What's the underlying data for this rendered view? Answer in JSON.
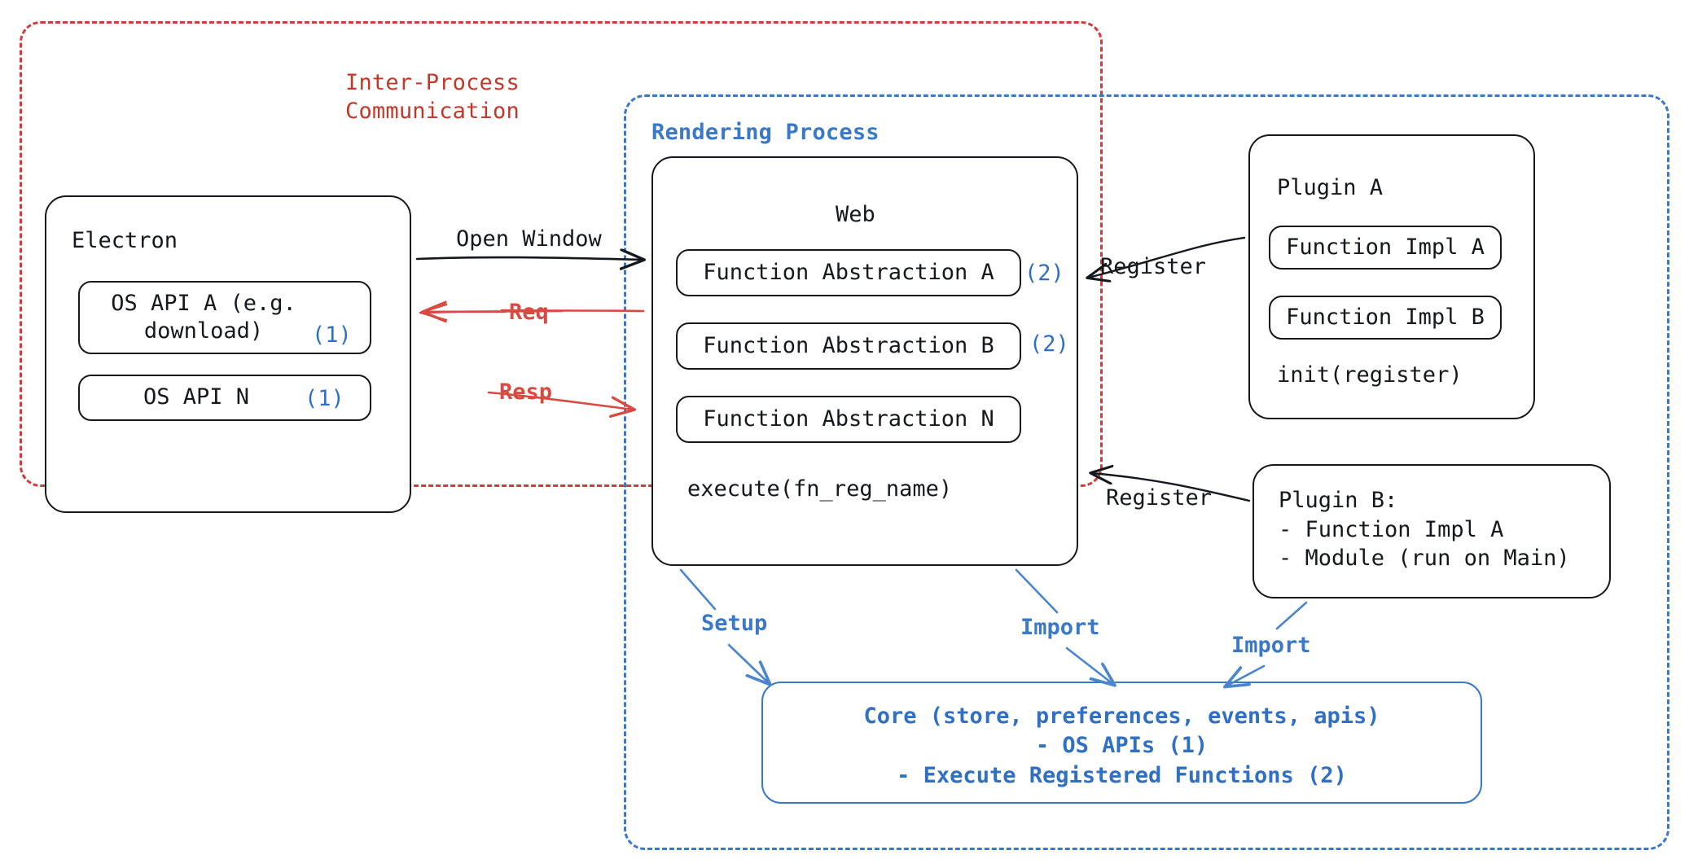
{
  "diagram": {
    "title": "Electron plugin architecture",
    "colors": {
      "ipc_red": "#c0392b",
      "arrow_red": "#d94b42",
      "process_blue": "#3a78c8",
      "marker_blue": "#2f6fc4",
      "ink_black": "#15181c"
    }
  },
  "regions": {
    "ipc": {
      "label": "Inter-Process\nCommunication"
    },
    "rendering": {
      "label": "Rendering Process"
    }
  },
  "electron": {
    "title": "Electron",
    "apis": [
      {
        "label": "OS API A (e.g.\ndownload)",
        "marker": "(1)"
      },
      {
        "label": "OS API N",
        "marker": "(1)"
      }
    ]
  },
  "web": {
    "title": "Web",
    "abstractions": [
      {
        "label": "Function Abstraction A",
        "marker": "(2)"
      },
      {
        "label": "Function Abstraction B",
        "marker": "(2)"
      },
      {
        "label": "Function Abstraction N",
        "marker": ""
      }
    ],
    "execute": "execute(fn_reg_name)"
  },
  "plugin_a": {
    "title": "Plugin A",
    "functions": [
      {
        "label": "Function Impl A"
      },
      {
        "label": "Function Impl B"
      }
    ],
    "init": "init(register)"
  },
  "plugin_b": {
    "lines": "Plugin B:\n- Function Impl A\n- Module (run on Main)"
  },
  "core": {
    "lines": "Core (store, preferences, events, apis)\n- OS APIs (1)\n- Execute Registered Functions (2)"
  },
  "edges": {
    "open_window": "Open Window",
    "req": "Req",
    "resp": "Resp",
    "register_a": "Register",
    "register_b": "Register",
    "setup": "Setup",
    "import_web": "Import",
    "import_plugin_b": "Import"
  }
}
